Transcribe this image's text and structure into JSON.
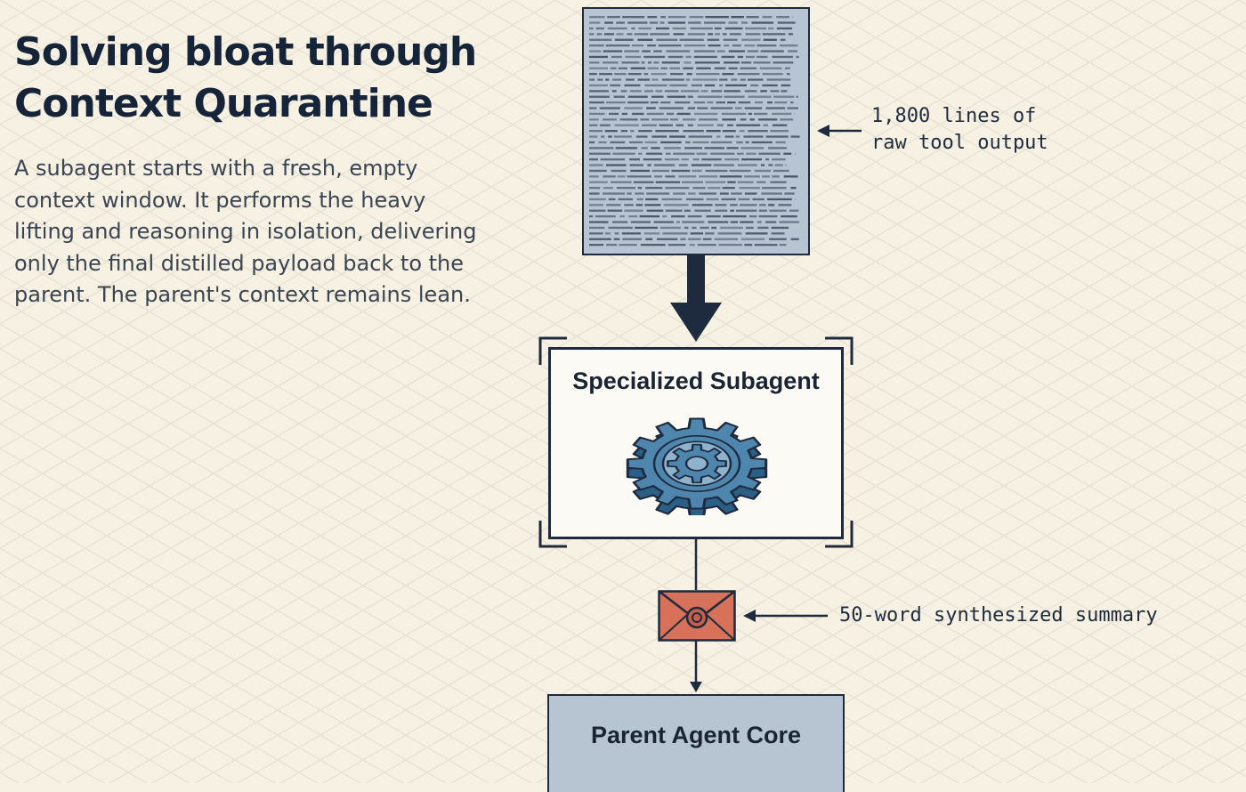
{
  "heading": {
    "line1": "Solving bloat through",
    "line2": "Context Quarantine"
  },
  "description": [
    "A subagent starts with a fresh, empty",
    "context window. It performs the heavy",
    "lifting and reasoning in isolation, delivering",
    "only the final distilled payload back to the",
    "parent. The parent's context remains lean."
  ],
  "raw_output": {
    "label_line1": "1,800 lines of",
    "label_line2": "raw tool output"
  },
  "subagent": {
    "label": "Specialized Subagent",
    "icon": "gear-icon"
  },
  "summary": {
    "label": "50-word synthesized summary",
    "icon": "envelope-icon"
  },
  "parent": {
    "label": "Parent Agent Core"
  },
  "colors": {
    "background": "#f6f1e2",
    "ink": "#1e2b3f",
    "document_fill": "#b7c4d1",
    "gear": "#4f86ad",
    "envelope": "#d8715a"
  }
}
